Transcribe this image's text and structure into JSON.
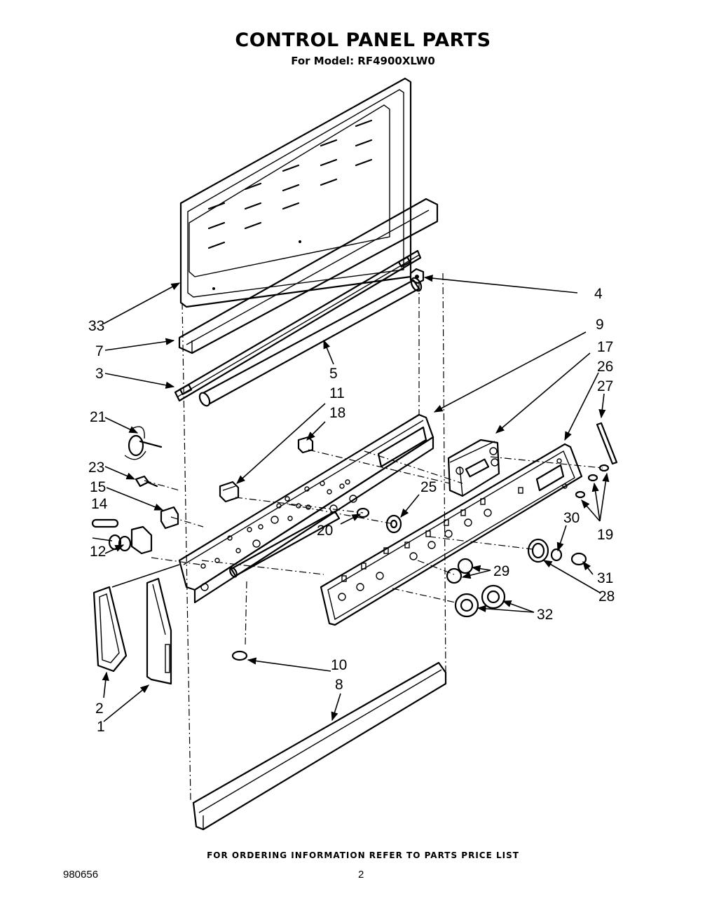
{
  "header": {
    "title": "CONTROL PANEL PARTS",
    "subtitle": "For Model: RF4900XLW0"
  },
  "footer": {
    "ordering_note": "FOR ORDERING INFORMATION REFER TO PARTS PRICE LIST",
    "document_number": "980656",
    "page_number": "2"
  },
  "callouts": {
    "c1": "1",
    "c2": "2",
    "c3": "3",
    "c4": "4",
    "c5": "5",
    "c7": "7",
    "c8": "8",
    "c9": "9",
    "c10": "10",
    "c11": "11",
    "c12": "12",
    "c14": "14",
    "c15": "15",
    "c17": "17",
    "c18": "18",
    "c19": "19",
    "c20": "20",
    "c21": "21",
    "c23": "23",
    "c25": "25",
    "c26": "26",
    "c27": "27",
    "c28": "28",
    "c29": "29",
    "c30": "30",
    "c31": "31",
    "c32": "32",
    "c33": "33"
  }
}
